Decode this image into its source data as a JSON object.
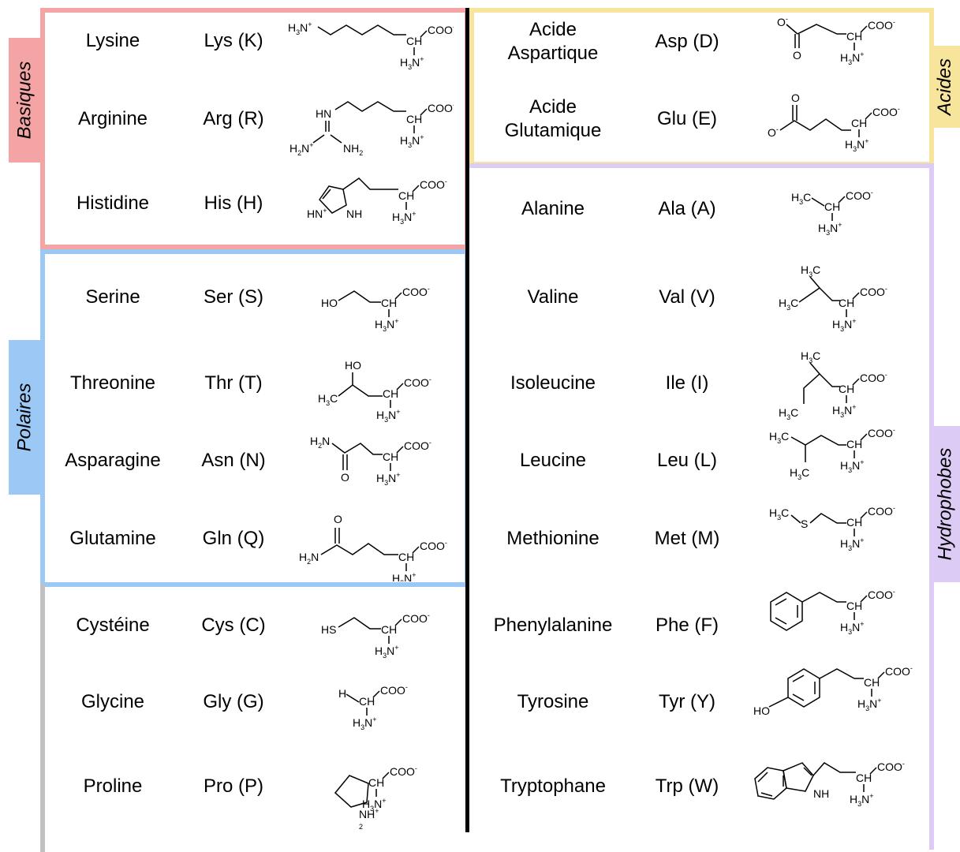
{
  "colors": {
    "basiques": "#f4a4a4",
    "polaires": "#9cc8f6",
    "acides": "#f8e59c",
    "hydrophobes": "#dccbf4",
    "other": "#c0c0c0",
    "divider": "#000000"
  },
  "groups": {
    "basiques": "Basiques",
    "polaires": "Polaires",
    "acides": "Acides",
    "hydrophobes": "Hydrophobes"
  },
  "left": [
    {
      "name": "Lysine",
      "abbr": "Lys (K)",
      "structure": "lysine"
    },
    {
      "name": "Arginine",
      "abbr": "Arg (R)",
      "structure": "arginine"
    },
    {
      "name": "Histidine",
      "abbr": "His (H)",
      "structure": "histidine"
    },
    {
      "name": "Serine",
      "abbr": "Ser (S)",
      "structure": "serine"
    },
    {
      "name": "Threonine",
      "abbr": "Thr (T)",
      "structure": "threonine"
    },
    {
      "name": "Asparagine",
      "abbr": "Asn (N)",
      "structure": "asparagine"
    },
    {
      "name": "Glutamine",
      "abbr": "Gln (Q)",
      "structure": "glutamine"
    },
    {
      "name": "Cystéine",
      "abbr": "Cys (C)",
      "structure": "cysteine"
    },
    {
      "name": "Glycine",
      "abbr": "Gly (G)",
      "structure": "glycine"
    },
    {
      "name": "Proline",
      "abbr": "Pro (P)",
      "structure": "proline"
    }
  ],
  "right": [
    {
      "name": "Acide\nAspartique",
      "abbr": "Asp (D)",
      "structure": "aspartate"
    },
    {
      "name": "Acide\nGlutamique",
      "abbr": "Glu (E)",
      "structure": "glutamate"
    },
    {
      "name": "Alanine",
      "abbr": "Ala (A)",
      "structure": "alanine"
    },
    {
      "name": "Valine",
      "abbr": "Val (V)",
      "structure": "valine"
    },
    {
      "name": "Isoleucine",
      "abbr": "Ile (I)",
      "structure": "isoleucine"
    },
    {
      "name": "Leucine",
      "abbr": "Leu (L)",
      "structure": "leucine"
    },
    {
      "name": "Methionine",
      "abbr": "Met (M)",
      "structure": "methionine"
    },
    {
      "name": "Phenylalanine",
      "abbr": "Phe (F)",
      "structure": "phenylalanine"
    },
    {
      "name": "Tyrosine",
      "abbr": "Tyr (Y)",
      "structure": "tyrosine"
    },
    {
      "name": "Tryptophane",
      "abbr": "Trp (W)",
      "structure": "tryptophan"
    }
  ],
  "atoms": {
    "coo": "COO",
    "ch": "CH",
    "h": "H",
    "n": "N",
    "nh": "NH",
    "hn": "HN",
    "ho": "HO",
    "hs": "HS",
    "c": "C",
    "o": "O",
    "s": "S",
    "minus": "-",
    "plus": "+",
    "two": "2",
    "three": "3"
  }
}
